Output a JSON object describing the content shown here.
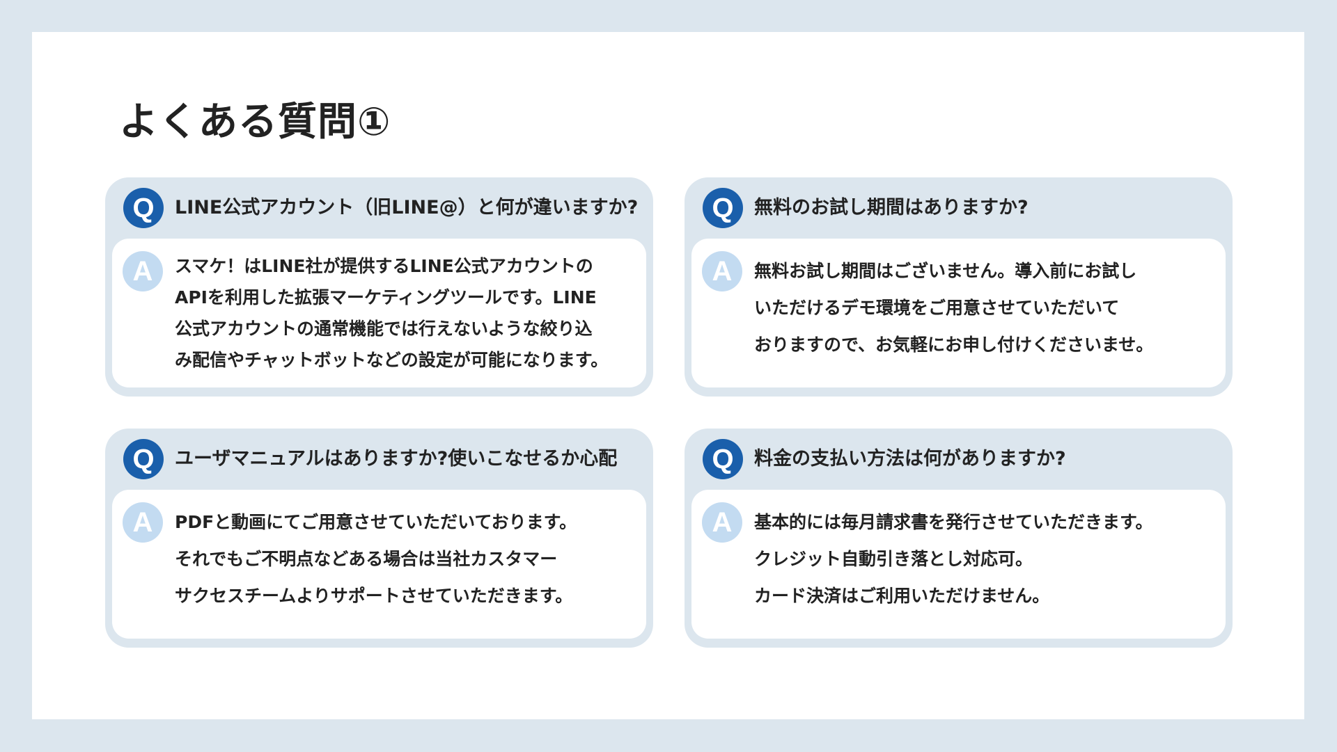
{
  "page": {
    "title": "よくある質問①"
  },
  "badges": {
    "question": "Q",
    "answer": "A"
  },
  "faqs": [
    {
      "question": "LINE公式アカウント（旧LINE@）と何が違いますか?",
      "answer_lines": [
        "スマケ！はLINE社が提供するLINE公式アカウントの",
        "APIを利用した拡張マーケティングツールです。LINE",
        "公式アカウントの通常機能では行えないような絞り込",
        "み配信やチャットボットなどの設定が可能になります。"
      ]
    },
    {
      "question": "無料のお試し期間はありますか?",
      "answer_lines": [
        "無料お試し期間はございません。導入前にお試し",
        "いただけるデモ環境をご用意させていただいて",
        "おりますので、お気軽にお申し付けくださいませ。"
      ]
    },
    {
      "question": "ユーザマニュアルはありますか?使いこなせるか心配",
      "answer_lines": [
        "PDFと動画にてご用意させていただいております。",
        "それでもご不明点などある場合は当社カスタマー",
        "サクセスチームよりサポートさせていただきます。"
      ]
    },
    {
      "question": "料金の支払い方法は何がありますか?",
      "answer_lines": [
        "基本的には毎月請求書を発行させていただきます。",
        "クレジット自動引き落とし対応可。",
        "カード決済はご利用いただけません。"
      ]
    }
  ],
  "colors": {
    "page_background": "#dce6ee",
    "slide_background": "#ffffff",
    "card_background": "#dce6ee",
    "q_badge": "#1a5fab",
    "a_badge": "#c3dbf1",
    "text": "#222222"
  }
}
